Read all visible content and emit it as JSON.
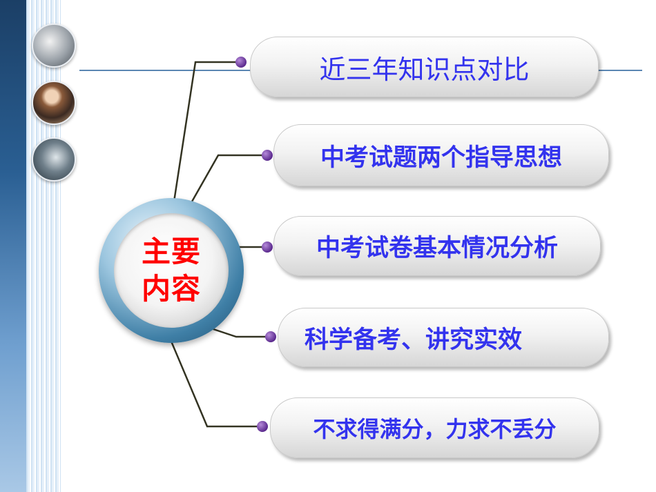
{
  "center": {
    "line1": "主要",
    "line2": "内容"
  },
  "items": [
    {
      "label": "近三年知识点对比"
    },
    {
      "label": "中考试题两个指导思想"
    },
    {
      "label": "中考试卷基本情况分析"
    },
    {
      "label": "科学备考、讲究实效"
    },
    {
      "label": "不求得满分，力求不丢分"
    }
  ],
  "colors": {
    "item_text": "#3333ee",
    "center_text": "#ff0000",
    "bullet": "#5b2a8e"
  }
}
